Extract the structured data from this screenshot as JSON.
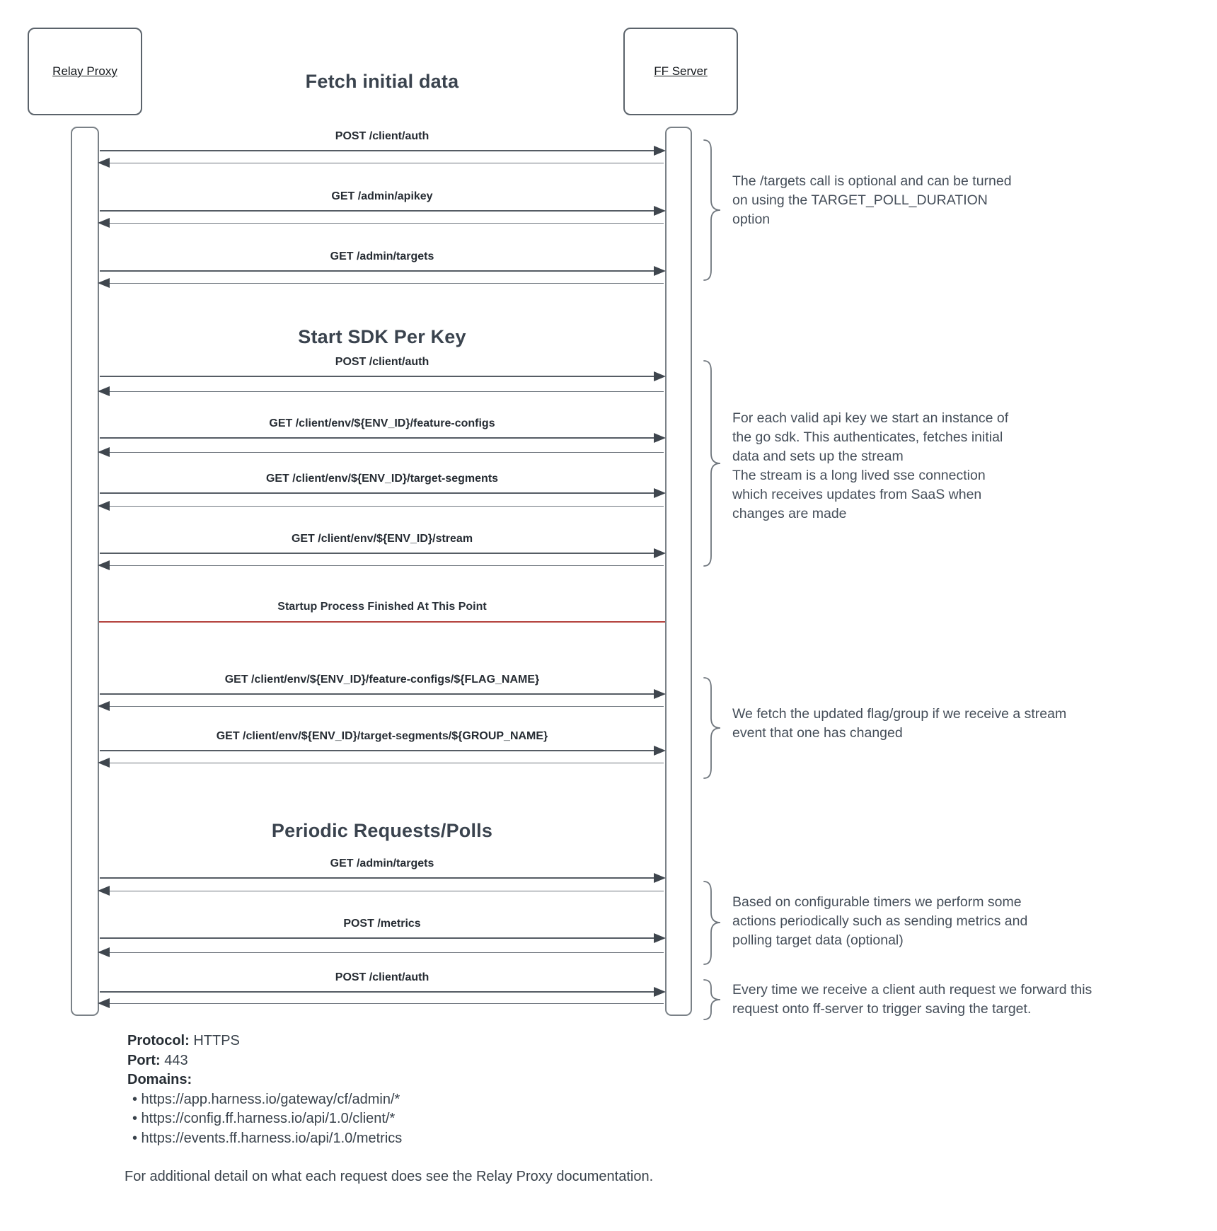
{
  "diagram": {
    "actors": [
      {
        "label": "Relay Proxy"
      },
      {
        "label": "FF Server"
      }
    ],
    "headers": {
      "fetch_initial": "Fetch initial data",
      "start_sdk": "Start SDK Per Key",
      "periodic": "Periodic Requests/Polls"
    },
    "messages": [
      {
        "label": "POST /client/auth"
      },
      {
        "label": "GET /admin/apikey"
      },
      {
        "label": "GET /admin/targets"
      },
      {
        "label": "POST /client/auth"
      },
      {
        "label": "GET /client/env/${ENV_ID}/feature-configs"
      },
      {
        "label": "GET /client/env/${ENV_ID}/target-segments"
      },
      {
        "label": "GET /client/env/${ENV_ID}/stream"
      },
      {
        "label": "GET /client/env/${ENV_ID}/feature-configs/${FLAG_NAME}"
      },
      {
        "label": "GET /client/env/${ENV_ID}/target-segments/${GROUP_NAME}"
      },
      {
        "label": "GET /admin/targets"
      },
      {
        "label": "POST /metrics"
      },
      {
        "label": "POST /client/auth"
      }
    ],
    "separator": {
      "label": "Startup Process Finished At This Point",
      "color": "#b5433e"
    },
    "annotations": [
      {
        "lines": [
          "The /targets call is optional and can be turned",
          "on using the TARGET_POLL_DURATION",
          "option"
        ]
      },
      {
        "lines": [
          "For each valid api key we start an instance of",
          "the go sdk. This authenticates, fetches initial",
          "data and sets up the stream",
          "The stream is a long lived sse connection",
          "which receives updates from SaaS when",
          "changes are made"
        ]
      },
      {
        "lines": [
          "We fetch the updated flag/group if we receive a stream",
          "event that one has changed"
        ]
      },
      {
        "lines": [
          "Based on configurable timers we perform some",
          "actions periodically such as sending metrics and",
          "polling target data (optional)"
        ]
      },
      {
        "lines": [
          "Every time we receive a client auth request we forward this",
          "request onto ff-server to trigger saving the target."
        ]
      }
    ],
    "footer": {
      "protocol_label": "Protocol:",
      "protocol_value": "HTTPS",
      "port_label": "Port:",
      "port_value": "443",
      "domains_label": "Domains:",
      "domains": [
        "• https://app.harness.io/gateway/cf/admin/*",
        "• https://config.ff.harness.io/api/1.0/client/*",
        "• https://events.ff.harness.io/api/1.0/metrics"
      ],
      "note": "For additional detail on what each request does see the Relay Proxy documentation."
    }
  }
}
